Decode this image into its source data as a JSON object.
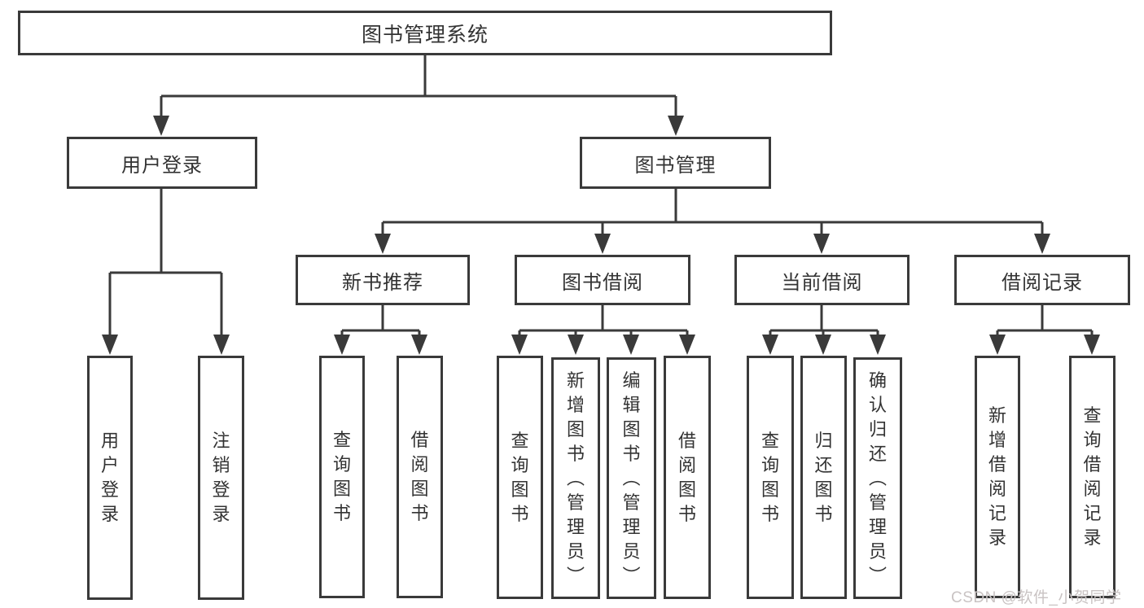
{
  "tree": {
    "root": {
      "label": "图书管理系统"
    },
    "branches": [
      {
        "label": "用户登录",
        "children": [
          {
            "label": "用户登录"
          },
          {
            "label": "注销登录"
          }
        ]
      },
      {
        "label": "图书管理",
        "children": [
          {
            "label": "新书推荐",
            "children": [
              {
                "label": "查询图书"
              },
              {
                "label": "借阅图书"
              }
            ]
          },
          {
            "label": "图书借阅",
            "children": [
              {
                "label": "查询图书"
              },
              {
                "label": "新增图书（管理员）"
              },
              {
                "label": "编辑图书（管理员）"
              },
              {
                "label": "借阅图书"
              }
            ]
          },
          {
            "label": "当前借阅",
            "children": [
              {
                "label": "查询图书"
              },
              {
                "label": "归还图书"
              },
              {
                "label": "确认归还（管理员）"
              }
            ]
          },
          {
            "label": "借阅记录",
            "children": [
              {
                "label": "新增借阅记录"
              },
              {
                "label": "查询借阅记录"
              }
            ]
          }
        ]
      }
    ]
  },
  "watermark": {
    "text": "CSDN @软件_小贺同学"
  },
  "colors": {
    "line": "#3a3a3a",
    "text": "#333333",
    "background": "#ffffff",
    "watermark": "#c9c3c3"
  }
}
